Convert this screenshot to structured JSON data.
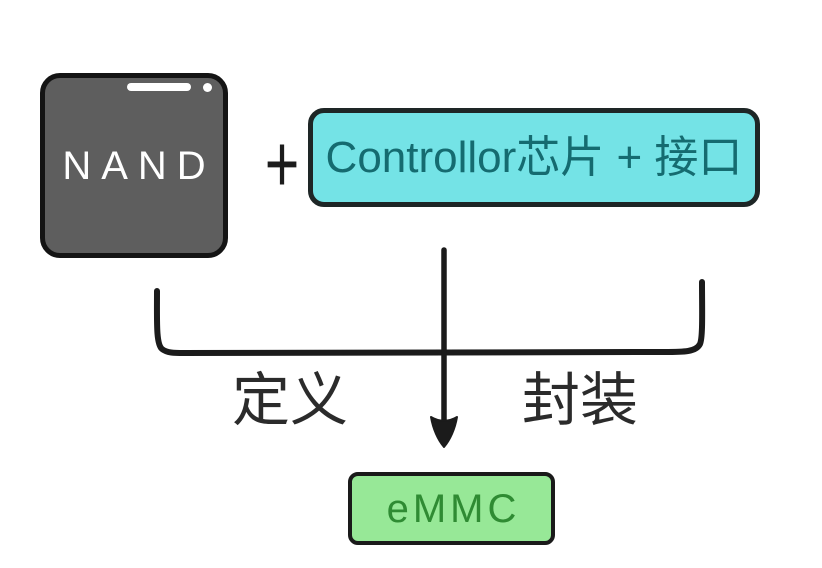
{
  "background_color": "#FFFFFF",
  "diagram": {
    "nand": {
      "label": "NAND",
      "bg_color": "#5E5E5E",
      "text_color": "#FFFFFF",
      "border_color": "#141414"
    },
    "plus_operator": "+",
    "controller": {
      "label": "Controllor芯片 + 接口",
      "bg_color": "#74E3E6",
      "text_color": "#156B70",
      "border_color": "#1E2626"
    },
    "brace_labels": {
      "left": "定义",
      "right": "封装"
    },
    "emmc": {
      "label": "eMMC",
      "bg_color": "#97E897",
      "text_color": "#2F8B33",
      "border_color": "#1A1A1A"
    },
    "line_color": "#1B1B1B"
  }
}
